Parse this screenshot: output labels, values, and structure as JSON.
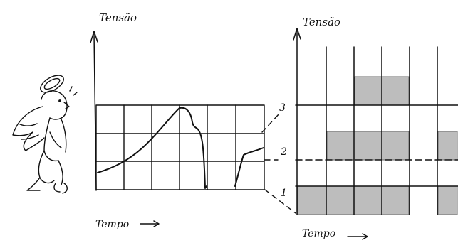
{
  "left_chart": {
    "y_label": "Tensão",
    "x_label": "Tempo",
    "x_arrow": "—▸"
  },
  "right_chart": {
    "y_label": "Tensão",
    "x_label": "Tempo",
    "x_arrow": "—▸",
    "levels": [
      "1",
      "2",
      "3"
    ]
  },
  "bars": [
    {
      "level": 1,
      "columns": [
        0,
        1,
        2,
        3
      ]
    },
    {
      "level": 1,
      "columns": [
        5
      ]
    },
    {
      "level": 2,
      "columns": [
        1,
        2,
        3
      ]
    },
    {
      "level": 2,
      "columns": [
        5
      ]
    },
    {
      "level": 3,
      "columns": [
        2,
        3
      ]
    }
  ]
}
